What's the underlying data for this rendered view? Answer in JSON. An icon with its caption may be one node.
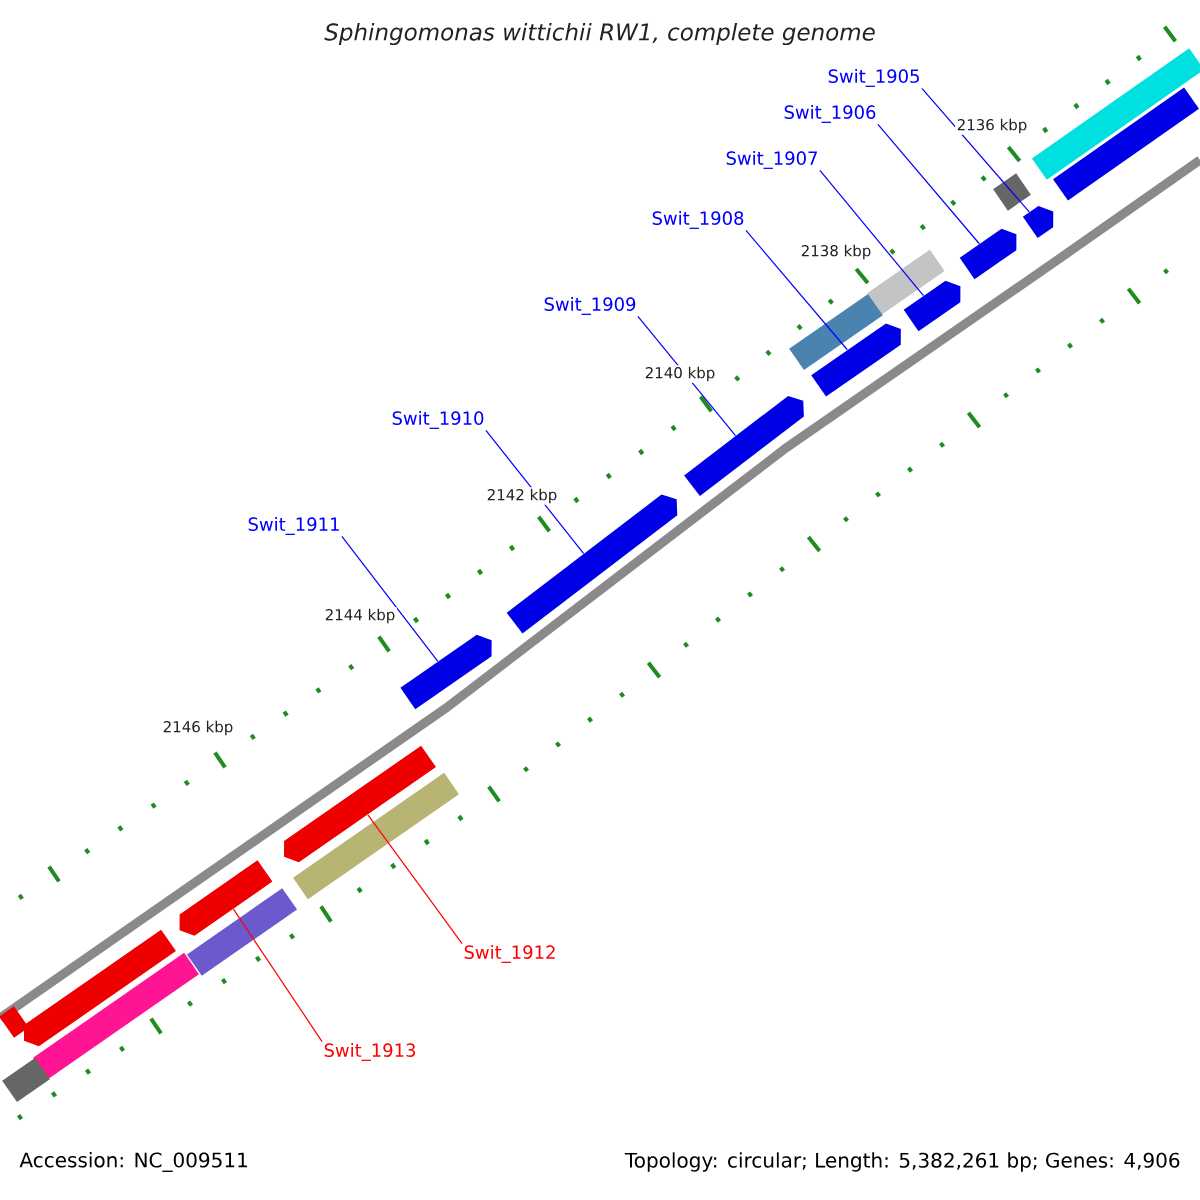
{
  "diagram": {
    "title": "Sphingomonas wittichii RW1, complete genome",
    "nodes": [
      {
        "text": [
          "Swit_1905"
        ]
      },
      {
        "text": [
          "Swit_1906"
        ]
      },
      {
        "text": [
          "Swit_1907"
        ]
      },
      {
        "text": [
          "Swit_1908"
        ]
      },
      {
        "text": [
          "Swit_1909"
        ]
      },
      {
        "text": [
          "Swit_1910"
        ]
      },
      {
        "text": [
          "Swit_1911"
        ]
      },
      {
        "text": [
          "Swit_1912"
        ]
      },
      {
        "text": [
          "Swit_1913"
        ]
      },
      {
        "text": [],
        "shape": "bar"
      },
      {
        "text": [],
        "shape": "bar"
      },
      {
        "text": [],
        "shape": "bar"
      },
      {
        "text": [],
        "shape": "arrow"
      },
      {
        "text": [],
        "shape": "arrow"
      },
      {
        "text": [],
        "shape": "bar"
      },
      {
        "text": [],
        "shape": "arrow"
      },
      {
        "text": [],
        "shape": "bar"
      },
      {
        "text": [],
        "shape": "arrow"
      },
      {
        "text": [],
        "shape": "arrow"
      },
      {
        "text": [],
        "shape": "arrow"
      },
      {
        "text": [],
        "shape": "arrow"
      },
      {
        "text": [],
        "shape": "bar"
      },
      {
        "text": [],
        "shape": "arrow"
      },
      {
        "text": [],
        "shape": "arrow"
      },
      {
        "text": [],
        "shape": "bar"
      },
      {
        "text": [],
        "shape": "arrow"
      },
      {
        "text": [],
        "shape": "bar"
      },
      {
        "text": [],
        "shape": "bar"
      },
      {
        "text": [],
        "shape": "bar"
      }
    ],
    "edges": [
      {
        "from": 0,
        "to": 12,
        "arrow": "none"
      },
      {
        "from": 1,
        "to": 13,
        "arrow": "none"
      },
      {
        "from": 2,
        "to": 15,
        "arrow": "none"
      },
      {
        "from": 3,
        "to": 17,
        "arrow": "none"
      },
      {
        "from": 4,
        "to": 18,
        "arrow": "none"
      },
      {
        "from": 5,
        "to": 19,
        "arrow": "none"
      },
      {
        "from": 6,
        "to": 20,
        "arrow": "none"
      },
      {
        "from": 7,
        "to": 22,
        "arrow": "none",
        "color": "#ff0000"
      },
      {
        "from": 8,
        "to": 23,
        "arrow": "none",
        "color": "#ff0000"
      }
    ],
    "labels": [
      "2136 kbp",
      "2138 kbp",
      "2140 kbp",
      "2142 kbp",
      "2144 kbp",
      "2146 kbp",
      "Accession: NC_009511",
      "Topology: circular; Length: 5,382,261 bp; Genes: 4,906"
    ]
  }
}
